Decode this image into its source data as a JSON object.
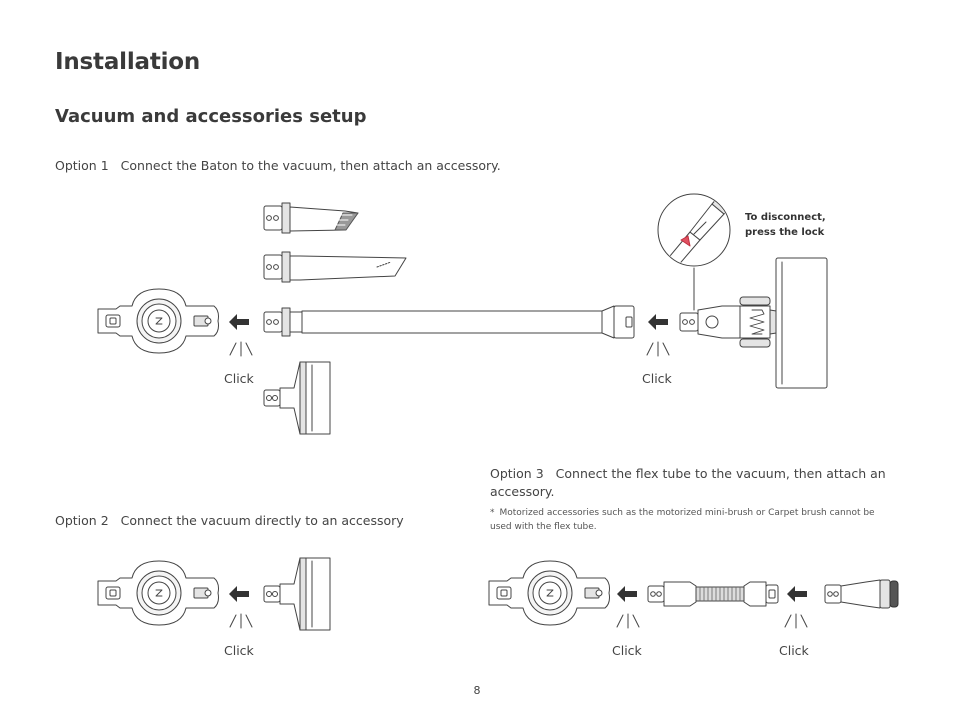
{
  "page": {
    "title": "Installation",
    "subtitle": "Vacuum and accessories setup",
    "page_number": "8"
  },
  "option1": {
    "label": "Option 1",
    "text": "Connect the Baton to the vacuum, then attach an accessory.",
    "click_left": "Click",
    "click_right": "Click",
    "disconnect_line1": "To disconnect,",
    "disconnect_line2": "press the lock"
  },
  "option2": {
    "label": "Option 2",
    "text": "Connect the vacuum directly to an accessory",
    "click": "Click"
  },
  "option3": {
    "label": "Option 3",
    "text": "Connect the flex tube to the vacuum, then attach an accessory.",
    "note_star": "*",
    "note": "Motorized accessories such as the motorized mini-brush or Carpet brush cannot be used with the flex tube.",
    "click_left": "Click",
    "click_right": "Click"
  },
  "colors": {
    "line": "#444444",
    "fill_light": "#e4e4e4",
    "fill_mid": "#cfcfcf",
    "arrow": "#333333",
    "lock_accent": "#e05060"
  },
  "icons": [
    "vacuum-handle-icon",
    "arrow-left-icon",
    "click-rays-icon",
    "crevice-tool-icon",
    "baton-tube-icon",
    "wide-nozzle-icon",
    "floor-brush-icon",
    "flex-tube-icon",
    "dusting-brush-icon",
    "magnifier-lock-icon"
  ]
}
